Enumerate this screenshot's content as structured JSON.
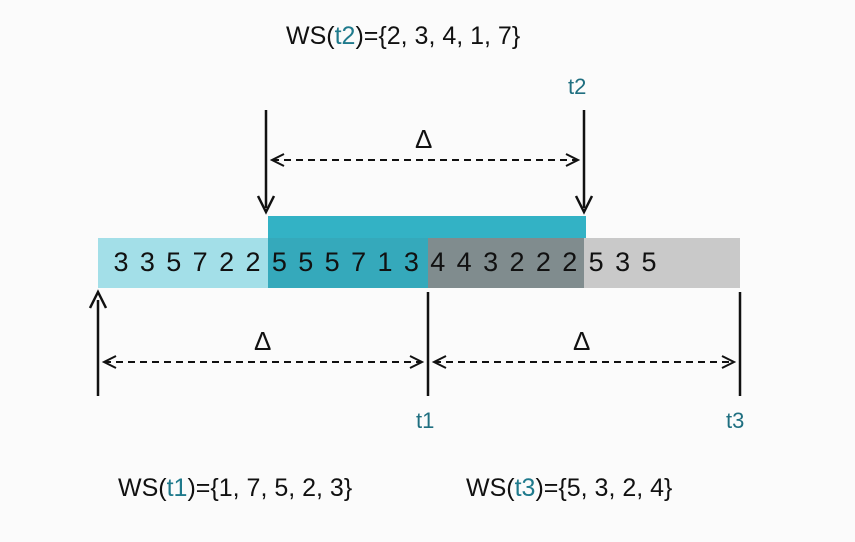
{
  "ws_t2": {
    "prefix": "WS(",
    "t": "t2",
    "suffix": ")={2, 3, 4, 1, 7}"
  },
  "ws_t1": {
    "prefix": "WS(",
    "t": "t1",
    "suffix": ")={1, 7, 5, 2, 3}"
  },
  "ws_t3": {
    "prefix": "WS(",
    "t": "t3",
    "suffix": ")={5, 3, 2, 4}"
  },
  "labels": {
    "t1": "t1",
    "t2": "t2",
    "t3": "t3",
    "delta": "Δ"
  },
  "sequence": [
    "3",
    "3",
    "5",
    "7",
    "2",
    "2",
    "5",
    "5",
    "5",
    "7",
    "1",
    "3",
    "4",
    "4",
    "3",
    "2",
    "2",
    "2",
    "5",
    "3",
    "5"
  ],
  "colors": {
    "light_cyan": "#9fdde6",
    "teal": "#2ab0c4",
    "dark_gray": "#7d8a8c",
    "light_gray": "#c8c8c8",
    "label_teal": "#1f6f80"
  }
}
